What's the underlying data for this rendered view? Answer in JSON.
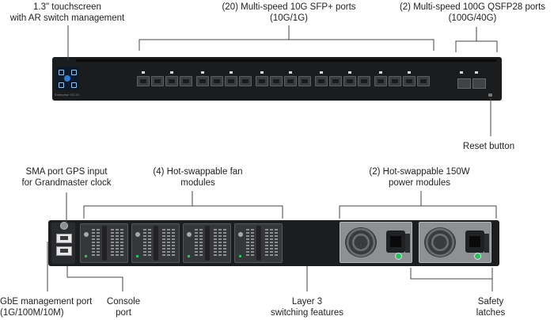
{
  "callouts": {
    "touchscreen": {
      "line1": "1.3\" touchscreen",
      "line2": "with AR switch management"
    },
    "sfp_ports": {
      "line1": "(20) Multi-speed 10G SFP+ ports",
      "line2": "(10G/1G)"
    },
    "qsfp_ports": {
      "line1": "(2) Multi-speed 100G QSFP28 ports",
      "line2": "(100G/40G)"
    },
    "reset": {
      "line1": "Reset button"
    },
    "sma_gps": {
      "line1": "SMA port GPS input",
      "line2": "for Grandmaster clock"
    },
    "fans": {
      "line1": "(4) Hot-swappable fan",
      "line2": "modules"
    },
    "power": {
      "line1": "(2) Hot-swappable 150W",
      "line2": "power modules"
    },
    "gbe_mgmt": {
      "line1": "GbE management port",
      "line2": "(1G/100M/10M)"
    },
    "console": {
      "line1": "Console",
      "line2": "port"
    },
    "layer3": {
      "line1": "Layer 3",
      "line2": "switching features"
    },
    "latches": {
      "line1": "Safety",
      "line2": "latches"
    }
  },
  "device": {
    "model_text": "Enterprise XG 24"
  },
  "colors": {
    "chassis": "#1b1c1e",
    "led_green": "#29c25a",
    "screen_blue": "#2f7ad0"
  }
}
